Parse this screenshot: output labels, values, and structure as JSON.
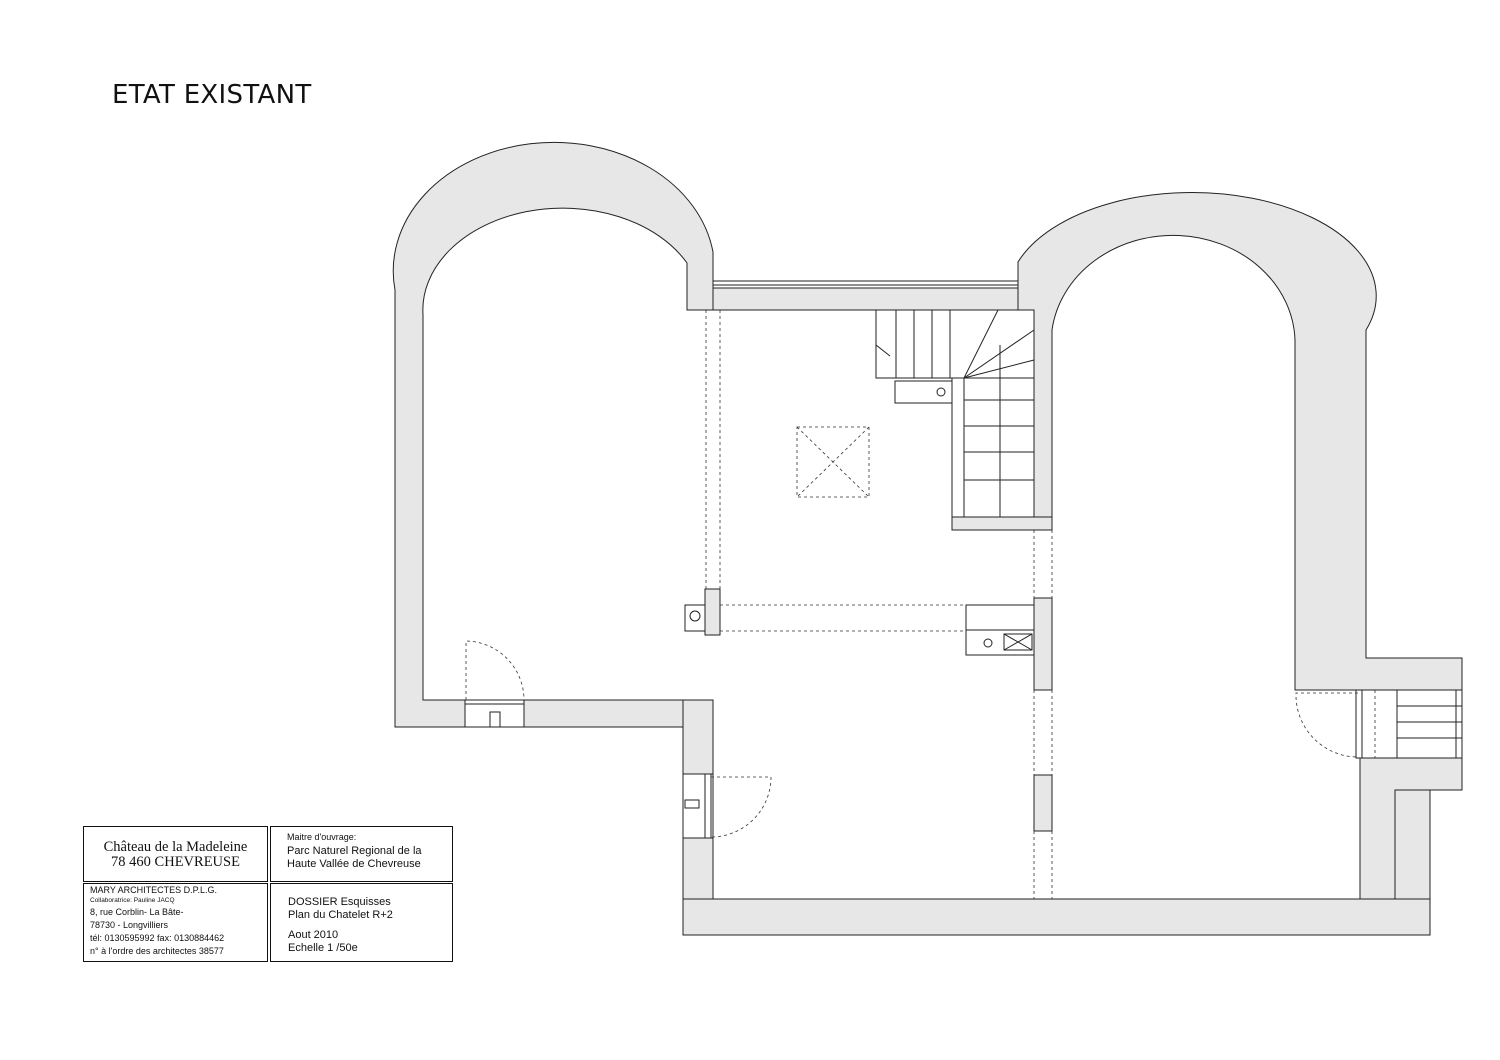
{
  "title": "ETAT EXISTANT",
  "titleblock": {
    "site_line1": "Château de la Madeleine",
    "site_line2": "78 460 CHEVREUSE",
    "owner_label": "Maitre d'ouvrage:",
    "owner_line1": "Parc Naturel Regional de la",
    "owner_line2": "Haute Vallée de Chevreuse",
    "architect_name": "MARY ARCHITECTES D.P.L.G.",
    "collaborator": "Collaboratrice: Pauline JACQ",
    "address_line1": "8, rue Corblin- La Bâte-",
    "address_line2": "78730 - Longvilliers",
    "phone_fax": "tél: 0130595992 fax: 0130884462",
    "order_number": "n° à l'ordre des architectes 38577",
    "dossier": "DOSSIER Esquisses",
    "drawing_name": "Plan du Chatelet R+2",
    "date": "Aout 2010",
    "scale": "Echelle 1 /50e"
  },
  "colors": {
    "wall_fill": "#e7e7e7",
    "line": "#222222",
    "background": "#ffffff"
  }
}
